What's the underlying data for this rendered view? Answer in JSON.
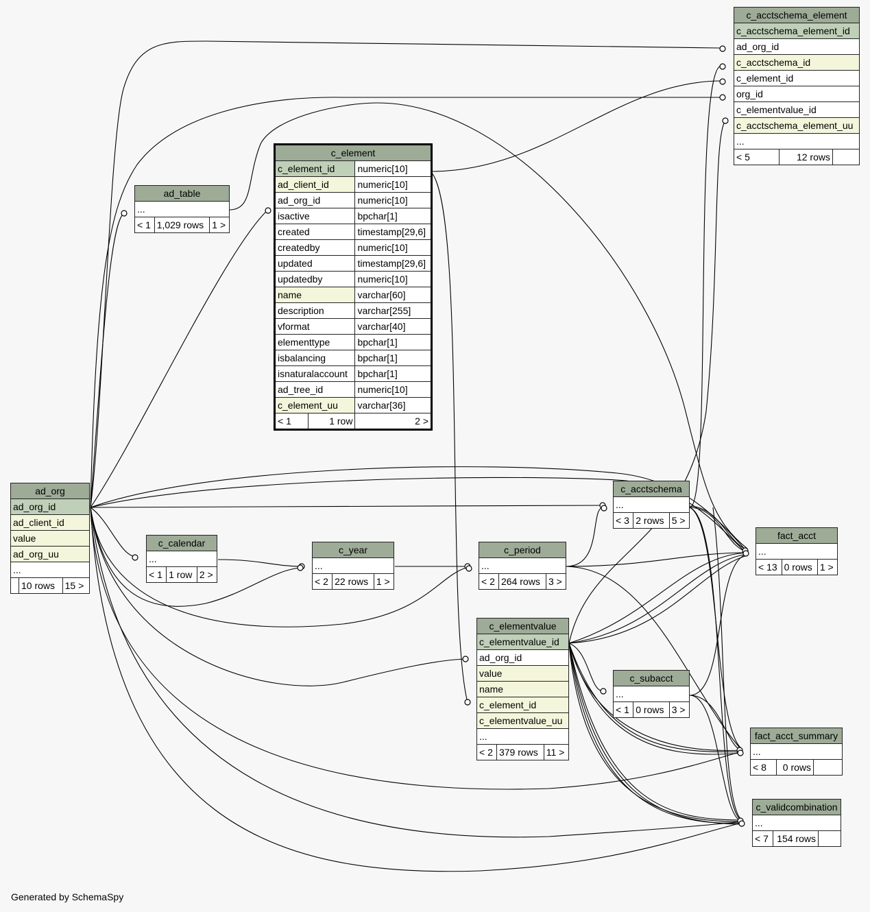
{
  "footer": "Generated by SchemaSpy",
  "tables": {
    "c_acctschema_element": {
      "name": "c_acctschema_element",
      "columns": [
        "c_acctschema_element_id",
        "ad_org_id",
        "c_acctschema_id",
        "c_element_id",
        "org_id",
        "c_elementvalue_id",
        "c_acctschema_element_uu",
        "..."
      ],
      "footer": [
        "< 5",
        "12 rows",
        ""
      ]
    },
    "c_element": {
      "name": "c_element",
      "columns": [
        [
          "c_element_id",
          "numeric[10]"
        ],
        [
          "ad_client_id",
          "numeric[10]"
        ],
        [
          "ad_org_id",
          "numeric[10]"
        ],
        [
          "isactive",
          "bpchar[1]"
        ],
        [
          "created",
          "timestamp[29,6]"
        ],
        [
          "createdby",
          "numeric[10]"
        ],
        [
          "updated",
          "timestamp[29,6]"
        ],
        [
          "updatedby",
          "numeric[10]"
        ],
        [
          "name",
          "varchar[60]"
        ],
        [
          "description",
          "varchar[255]"
        ],
        [
          "vformat",
          "varchar[40]"
        ],
        [
          "elementtype",
          "bpchar[1]"
        ],
        [
          "isbalancing",
          "bpchar[1]"
        ],
        [
          "isnaturalaccount",
          "bpchar[1]"
        ],
        [
          "ad_tree_id",
          "numeric[10]"
        ],
        [
          "c_element_uu",
          "varchar[36]"
        ]
      ],
      "footer": [
        "< 1",
        "1 row",
        "2 >"
      ]
    },
    "ad_table": {
      "name": "ad_table",
      "columns": [
        "..."
      ],
      "footer": [
        "< 1",
        "1,029 rows",
        "1 >"
      ]
    },
    "ad_org": {
      "name": "ad_org",
      "columns": [
        "ad_org_id",
        "ad_client_id",
        "value",
        "ad_org_uu",
        "..."
      ],
      "footer": [
        "",
        "10 rows",
        "15 >"
      ]
    },
    "c_calendar": {
      "name": "c_calendar",
      "columns": [
        "..."
      ],
      "footer": [
        "< 1",
        "1 row",
        "2 >"
      ]
    },
    "c_year": {
      "name": "c_year",
      "columns": [
        "..."
      ],
      "footer": [
        "< 2",
        "22 rows",
        "1 >"
      ]
    },
    "c_period": {
      "name": "c_period",
      "columns": [
        "..."
      ],
      "footer": [
        "< 2",
        "264 rows",
        "3 >"
      ]
    },
    "c_acctschema": {
      "name": "c_acctschema",
      "columns": [
        "..."
      ],
      "footer": [
        "< 3",
        "2 rows",
        "5 >"
      ]
    },
    "fact_acct": {
      "name": "fact_acct",
      "columns": [
        "..."
      ],
      "footer": [
        "< 13",
        "0 rows",
        "1 >"
      ]
    },
    "c_elementvalue": {
      "name": "c_elementvalue",
      "columns": [
        "c_elementvalue_id",
        "ad_org_id",
        "value",
        "name",
        "c_element_id",
        "c_elementvalue_uu",
        "..."
      ],
      "footer": [
        "< 2",
        "379 rows",
        "11 >"
      ]
    },
    "c_subacct": {
      "name": "c_subacct",
      "columns": [
        "..."
      ],
      "footer": [
        "< 1",
        "0 rows",
        "3 >"
      ]
    },
    "fact_acct_summary": {
      "name": "fact_acct_summary",
      "columns": [
        "..."
      ],
      "footer": [
        "< 8",
        "0 rows",
        ""
      ]
    },
    "c_validcombination": {
      "name": "c_validcombination",
      "columns": [
        "..."
      ],
      "footer": [
        "< 7",
        "154 rows",
        ""
      ]
    }
  }
}
